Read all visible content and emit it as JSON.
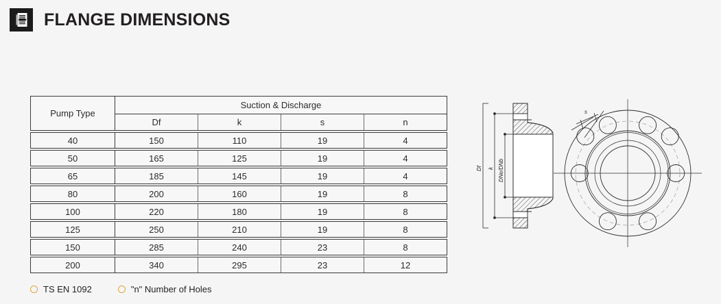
{
  "header": {
    "title": "FLANGE DIMENSIONS",
    "icon": "document-list-icon"
  },
  "table": {
    "group_header": "Suction & Discharge",
    "columns": [
      "Pump Type",
      "Df",
      "k",
      "s",
      "n"
    ],
    "rows": [
      {
        "pump_type": "40",
        "df": "150",
        "k": "110",
        "s": "19",
        "n": "4"
      },
      {
        "pump_type": "50",
        "df": "165",
        "k": "125",
        "s": "19",
        "n": "4"
      },
      {
        "pump_type": "65",
        "df": "185",
        "k": "145",
        "s": "19",
        "n": "4"
      },
      {
        "pump_type": "80",
        "df": "200",
        "k": "160",
        "s": "19",
        "n": "8"
      },
      {
        "pump_type": "100",
        "df": "220",
        "k": "180",
        "s": "19",
        "n": "8"
      },
      {
        "pump_type": "125",
        "df": "250",
        "k": "210",
        "s": "19",
        "n": "8"
      },
      {
        "pump_type": "150",
        "df": "285",
        "k": "240",
        "s": "23",
        "n": "8"
      },
      {
        "pump_type": "200",
        "df": "340",
        "k": "295",
        "s": "23",
        "n": "12"
      }
    ]
  },
  "legend": {
    "items": [
      {
        "label": "TS EN 1092"
      },
      {
        "label": "\"n\" Number of Holes"
      }
    ],
    "marker_color": "#dda544"
  },
  "drawing": {
    "name": "flange-technical-drawing",
    "section_labels": [
      "Df",
      "k",
      "DNe/DNb"
    ],
    "front_view_label": "s",
    "bolt_hole_count": 8
  },
  "colors": {
    "background": "#f5f5f5",
    "text": "#231f20",
    "table_border": "#3a3a3a",
    "icon_background": "#1b1b1b",
    "accent": "#dda544"
  }
}
